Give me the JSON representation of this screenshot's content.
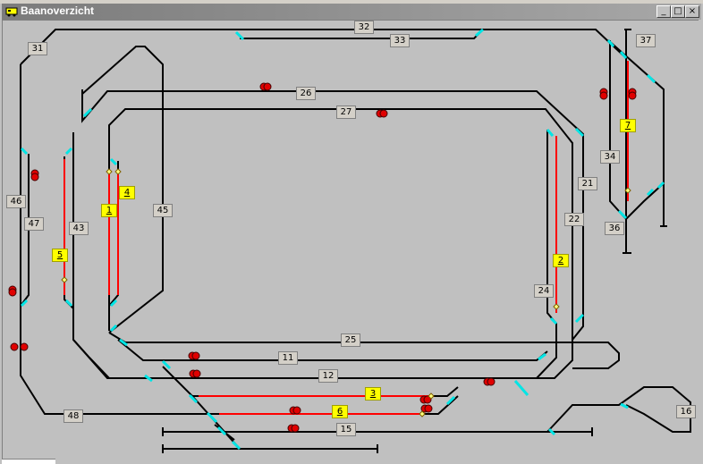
{
  "window": {
    "title": "Baanoverzicht",
    "minimize": "_",
    "maximize": "□",
    "close": "×"
  },
  "colors": {
    "track": "#000000",
    "occupied": "#ff0000",
    "switch": "#00e5e5",
    "signal": "#e00000",
    "block_label_bg": "#d4d0c8",
    "active_label_bg": "#ffff00"
  },
  "blocks": [
    {
      "id": "b32",
      "label": "32",
      "active": false
    },
    {
      "id": "b33",
      "label": "33",
      "active": false
    },
    {
      "id": "b31",
      "label": "31",
      "active": false
    },
    {
      "id": "b37",
      "label": "37",
      "active": false
    },
    {
      "id": "b26",
      "label": "26",
      "active": false
    },
    {
      "id": "b27",
      "label": "27",
      "active": false
    },
    {
      "id": "b7",
      "label": "7",
      "active": true
    },
    {
      "id": "b4",
      "label": "4",
      "active": true
    },
    {
      "id": "b34",
      "label": "34",
      "active": false
    },
    {
      "id": "b21",
      "label": "21",
      "active": false
    },
    {
      "id": "b46",
      "label": "46",
      "active": false
    },
    {
      "id": "b1",
      "label": "1",
      "active": true
    },
    {
      "id": "b45",
      "label": "45",
      "active": false
    },
    {
      "id": "b47",
      "label": "47",
      "active": false
    },
    {
      "id": "b22",
      "label": "22",
      "active": false
    },
    {
      "id": "b43",
      "label": "43",
      "active": false
    },
    {
      "id": "b36",
      "label": "36",
      "active": false
    },
    {
      "id": "b5",
      "label": "5",
      "active": true
    },
    {
      "id": "b2",
      "label": "2",
      "active": true
    },
    {
      "id": "b24",
      "label": "24",
      "active": false
    },
    {
      "id": "b25",
      "label": "25",
      "active": false
    },
    {
      "id": "b11",
      "label": "11",
      "active": false
    },
    {
      "id": "b12",
      "label": "12",
      "active": false
    },
    {
      "id": "b3",
      "label": "3",
      "active": true
    },
    {
      "id": "b6",
      "label": "6",
      "active": true
    },
    {
      "id": "b48",
      "label": "48",
      "active": false
    },
    {
      "id": "b16",
      "label": "16",
      "active": false
    },
    {
      "id": "b15",
      "label": "15",
      "active": false
    }
  ]
}
